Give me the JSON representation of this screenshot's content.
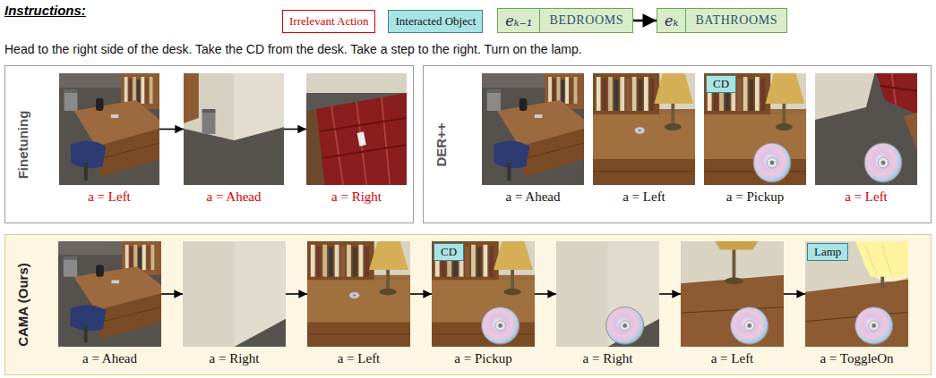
{
  "diagram": {
    "nodes": [
      {
        "text": [
          "eₖ₋₁",
          "BEDROOMS"
        ]
      },
      {
        "text": [
          "eₖ",
          "BATHROOMS"
        ]
      },
      {
        "text": [
          "Finetuning"
        ]
      },
      {
        "text": [
          "a = Left"
        ],
        "in": 2
      },
      {
        "text": [
          "a = Ahead"
        ],
        "in": 2
      },
      {
        "text": [
          "a = Right"
        ],
        "in": 2
      },
      {
        "text": [
          "DER++"
        ]
      },
      {
        "text": [
          "a = Ahead"
        ],
        "in": 6
      },
      {
        "text": [
          "a = Left"
        ],
        "in": 6
      },
      {
        "text": [
          "a = Pickup"
        ],
        "in": 6
      },
      {
        "text": [
          "CD"
        ],
        "in": 9
      },
      {
        "text": [
          "a = Left"
        ],
        "in": 6
      },
      {
        "text": [
          "CAMA (Ours)"
        ]
      },
      {
        "text": [
          "a = Ahead"
        ],
        "in": 12
      },
      {
        "text": [
          "a = Right"
        ],
        "in": 12
      },
      {
        "text": [
          "a = Left"
        ],
        "in": 12
      },
      {
        "text": [
          "a = Pickup"
        ],
        "in": 12
      },
      {
        "text": [
          "CD"
        ],
        "in": 16
      },
      {
        "text": [
          "a = Right"
        ],
        "in": 12
      },
      {
        "text": [
          "a = Left"
        ],
        "in": 12
      },
      {
        "text": [
          "a = ToggleOn"
        ],
        "in": 12
      },
      {
        "text": [
          "Lamp"
        ],
        "in": 20
      }
    ],
    "edges": [
      {
        "from": 0,
        "to": 1,
        "arrow": "to"
      },
      {
        "from": 3,
        "to": 4,
        "arrow": "to"
      },
      {
        "from": 4,
        "to": 5,
        "arrow": "to"
      },
      {
        "from": 13,
        "to": 14,
        "arrow": "to"
      },
      {
        "from": 14,
        "to": 15,
        "arrow": "to"
      },
      {
        "from": 15,
        "to": 16,
        "arrow": "to"
      },
      {
        "from": 16,
        "to": 18,
        "arrow": "to"
      },
      {
        "from": 18,
        "to": 19,
        "arrow": "to"
      },
      {
        "from": 19,
        "to": 20,
        "arrow": "to"
      }
    ],
    "labels": [
      "Instructions:",
      "Head to the right side of the desk. Take the CD from the desk. Take a step to the right. Turn on the lamp."
    ],
    "legend": [
      {
        "text": "Irrelevant Action"
      },
      {
        "text": "Interacted Object",
        "color": "#a8e4e4"
      }
    ]
  }
}
